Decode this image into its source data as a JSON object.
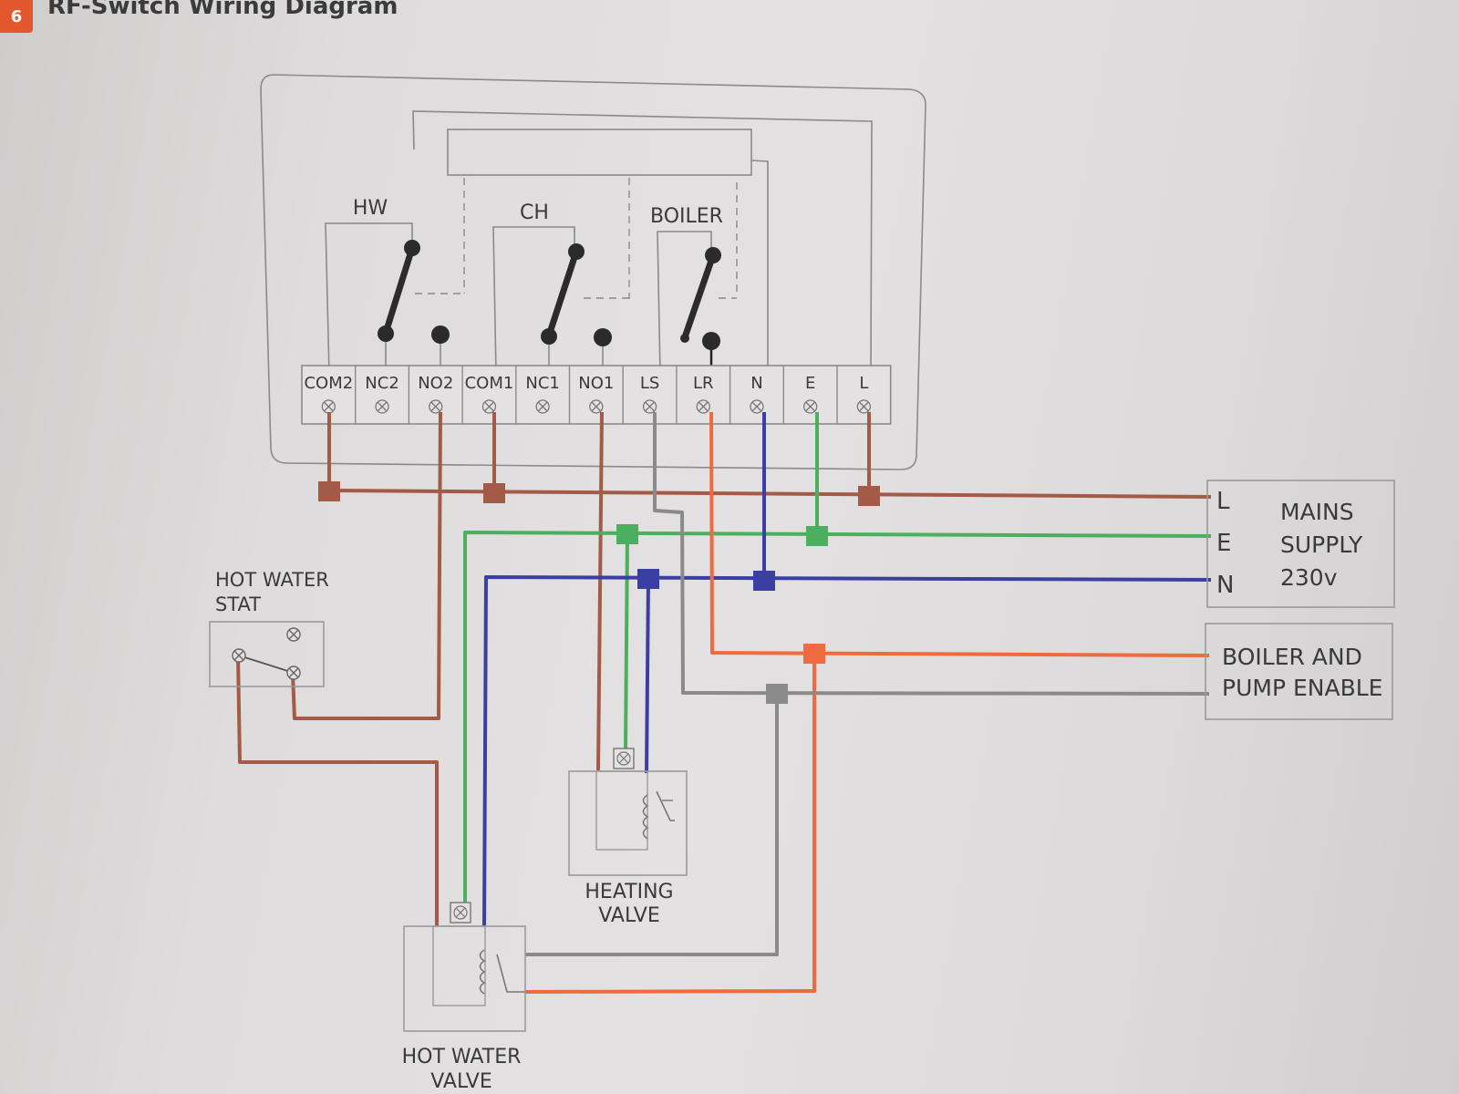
{
  "header": {
    "number": "6",
    "title": "RF-Switch Wiring Diagram"
  },
  "relays": {
    "hw": "HW",
    "ch": "CH",
    "boiler": "BOILER"
  },
  "terminals": [
    "COM2",
    "NC2",
    "NO2",
    "COM1",
    "NC1",
    "NO1",
    "LS",
    "LR",
    "N",
    "E",
    "L"
  ],
  "mains": {
    "title_lines": [
      "MAINS",
      "SUPPLY",
      "230v"
    ],
    "l": "L",
    "e": "E",
    "n": "N"
  },
  "boiler_enable": [
    "BOILER AND",
    "PUMP ENABLE"
  ],
  "hot_water_stat": [
    "HOT WATER",
    "STAT"
  ],
  "heating_valve": [
    "HEATING",
    "VALVE"
  ],
  "hot_water_valve": [
    "HOT WATER",
    "VALVE"
  ],
  "colors": {
    "live_brown": "#a35a47",
    "earth_green": "#4caf5f",
    "neutral_blue": "#3b3fa3",
    "switched_orange": "#ef6a3d",
    "grey": "#8a8a8a",
    "line": "#7a7a7a",
    "accent": "#e2572b"
  }
}
